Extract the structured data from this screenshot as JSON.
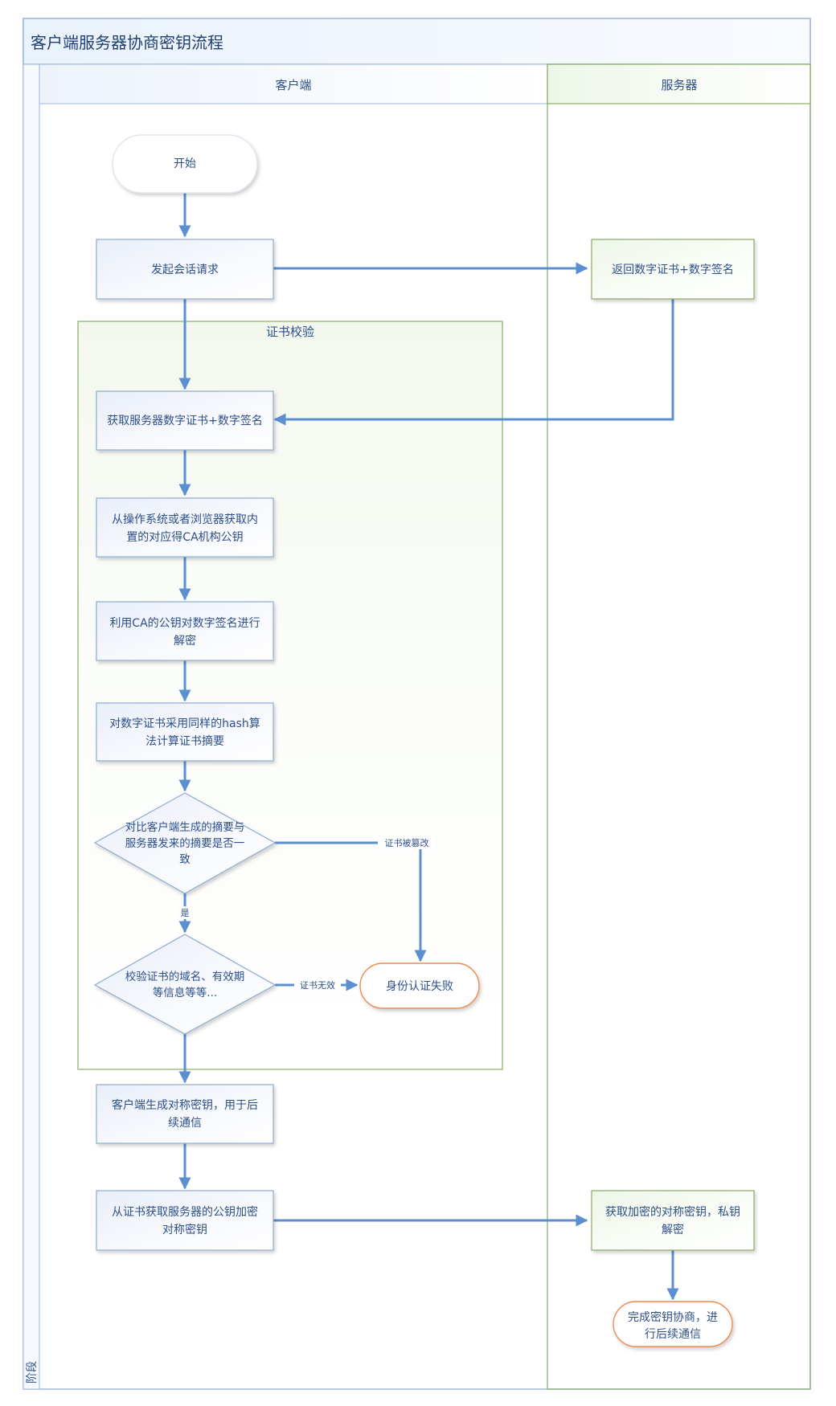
{
  "diagram": {
    "title": "客户端服务器协商密钥流程",
    "phase_label": "阶段",
    "lanes": {
      "client": "客户端",
      "server": "服务器"
    },
    "group_title": "证书校验",
    "nodes": {
      "start": "开始",
      "request": "发起会话请求",
      "return_cert": "返回数字证书+数字签名",
      "get_cert": "获取服务器数字证书+数字签名",
      "get_ca_key": [
        "从操作系统或者浏览器获取内",
        "置的对应得CA机构公钥"
      ],
      "decrypt_sig": [
        "利用CA的公钥对数字签名进行",
        "解密"
      ],
      "hash_digest": [
        "对数字证书采用同样的hash算",
        "法计算证书摘要"
      ],
      "compare": [
        "对比客户端生成的摘要与",
        "服务器发来的摘要是否一",
        "致"
      ],
      "verify_domain": [
        "校验证书的域名、有效期",
        "等信息等等..."
      ],
      "auth_fail": "身份认证失败",
      "gen_sym_key": [
        "客户端生成对称密钥，用于后",
        "续通信"
      ],
      "encrypt_sym": [
        "从证书获取服务器的公钥加密",
        "对称密钥"
      ],
      "server_decrypt": [
        "获取加密的对称密钥，私钥",
        "解密"
      ],
      "finish": [
        "完成密钥协商，进",
        "行后续通信"
      ]
    },
    "edge_labels": {
      "tampered": "证书被篡改",
      "yes": "是",
      "invalid": "证书无效"
    }
  }
}
